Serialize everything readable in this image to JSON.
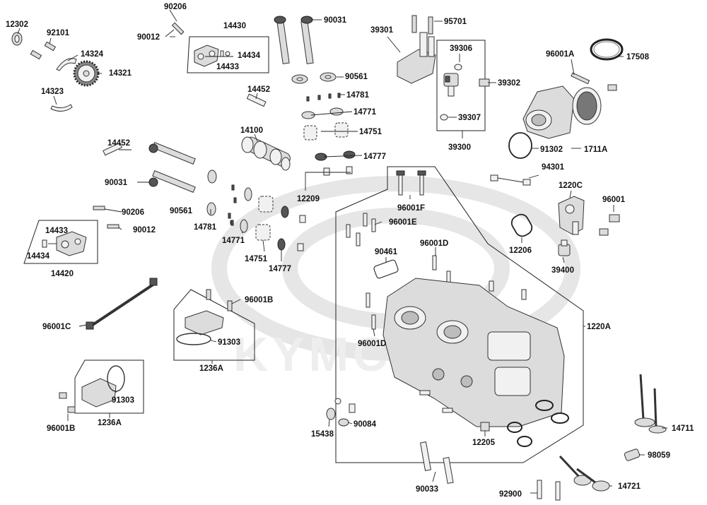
{
  "watermark": {
    "brand": "KYMCO"
  },
  "parts": [
    {
      "id": "l01",
      "label": "12302"
    },
    {
      "id": "l02",
      "label": "92101"
    },
    {
      "id": "l03",
      "label": "90206"
    },
    {
      "id": "l04",
      "label": "90012"
    },
    {
      "id": "l05",
      "label": "14430"
    },
    {
      "id": "l06",
      "label": "14434"
    },
    {
      "id": "l07",
      "label": "14433"
    },
    {
      "id": "l08",
      "label": "14324"
    },
    {
      "id": "l09",
      "label": "14321"
    },
    {
      "id": "l10",
      "label": "14323"
    },
    {
      "id": "l11",
      "label": "90031"
    },
    {
      "id": "l12",
      "label": "90561"
    },
    {
      "id": "l13",
      "label": "14452"
    },
    {
      "id": "l14",
      "label": "14781"
    },
    {
      "id": "l15",
      "label": "14771"
    },
    {
      "id": "l16",
      "label": "14100"
    },
    {
      "id": "l17",
      "label": "14751"
    },
    {
      "id": "l18",
      "label": "14777"
    },
    {
      "id": "l19",
      "label": "39301"
    },
    {
      "id": "l20",
      "label": "95701"
    },
    {
      "id": "l21",
      "label": "39306"
    },
    {
      "id": "l22",
      "label": "39302"
    },
    {
      "id": "l23",
      "label": "39307"
    },
    {
      "id": "l24",
      "label": "39300"
    },
    {
      "id": "l25",
      "label": "96001A"
    },
    {
      "id": "l26",
      "label": "17508"
    },
    {
      "id": "l27",
      "label": "91302"
    },
    {
      "id": "l28",
      "label": "1711A"
    },
    {
      "id": "l29",
      "label": "14452"
    },
    {
      "id": "l30",
      "label": "90031"
    },
    {
      "id": "l31",
      "label": "90561"
    },
    {
      "id": "l32",
      "label": "14781"
    },
    {
      "id": "l33",
      "label": "90206"
    },
    {
      "id": "l34",
      "label": "90012"
    },
    {
      "id": "l35",
      "label": "14433"
    },
    {
      "id": "l36",
      "label": "14434"
    },
    {
      "id": "l37",
      "label": "14420"
    },
    {
      "id": "l38",
      "label": "14771"
    },
    {
      "id": "l39",
      "label": "14751"
    },
    {
      "id": "l40",
      "label": "14777"
    },
    {
      "id": "l41",
      "label": "12209"
    },
    {
      "id": "l42",
      "label": "96001F"
    },
    {
      "id": "l43",
      "label": "96001E"
    },
    {
      "id": "l44",
      "label": "94301"
    },
    {
      "id": "l45",
      "label": "1220C"
    },
    {
      "id": "l46",
      "label": "96001"
    },
    {
      "id": "l47",
      "label": "12206"
    },
    {
      "id": "l48",
      "label": "39400"
    },
    {
      "id": "l49",
      "label": "90461"
    },
    {
      "id": "l50",
      "label": "96001D"
    },
    {
      "id": "l51",
      "label": "96001D"
    },
    {
      "id": "l52",
      "label": "96001C"
    },
    {
      "id": "l53",
      "label": "96001B"
    },
    {
      "id": "l54",
      "label": "91303"
    },
    {
      "id": "l55",
      "label": "1236A"
    },
    {
      "id": "l56",
      "label": "91303"
    },
    {
      "id": "l57",
      "label": "1236A"
    },
    {
      "id": "l58",
      "label": "96001B"
    },
    {
      "id": "l59",
      "label": "1220A"
    },
    {
      "id": "l60",
      "label": "15438"
    },
    {
      "id": "l61",
      "label": "90084"
    },
    {
      "id": "l62",
      "label": "12205"
    },
    {
      "id": "l63",
      "label": "14711"
    },
    {
      "id": "l64",
      "label": "98059"
    },
    {
      "id": "l65",
      "label": "90033"
    },
    {
      "id": "l66",
      "label": "92900"
    },
    {
      "id": "l67",
      "label": "14721"
    }
  ]
}
